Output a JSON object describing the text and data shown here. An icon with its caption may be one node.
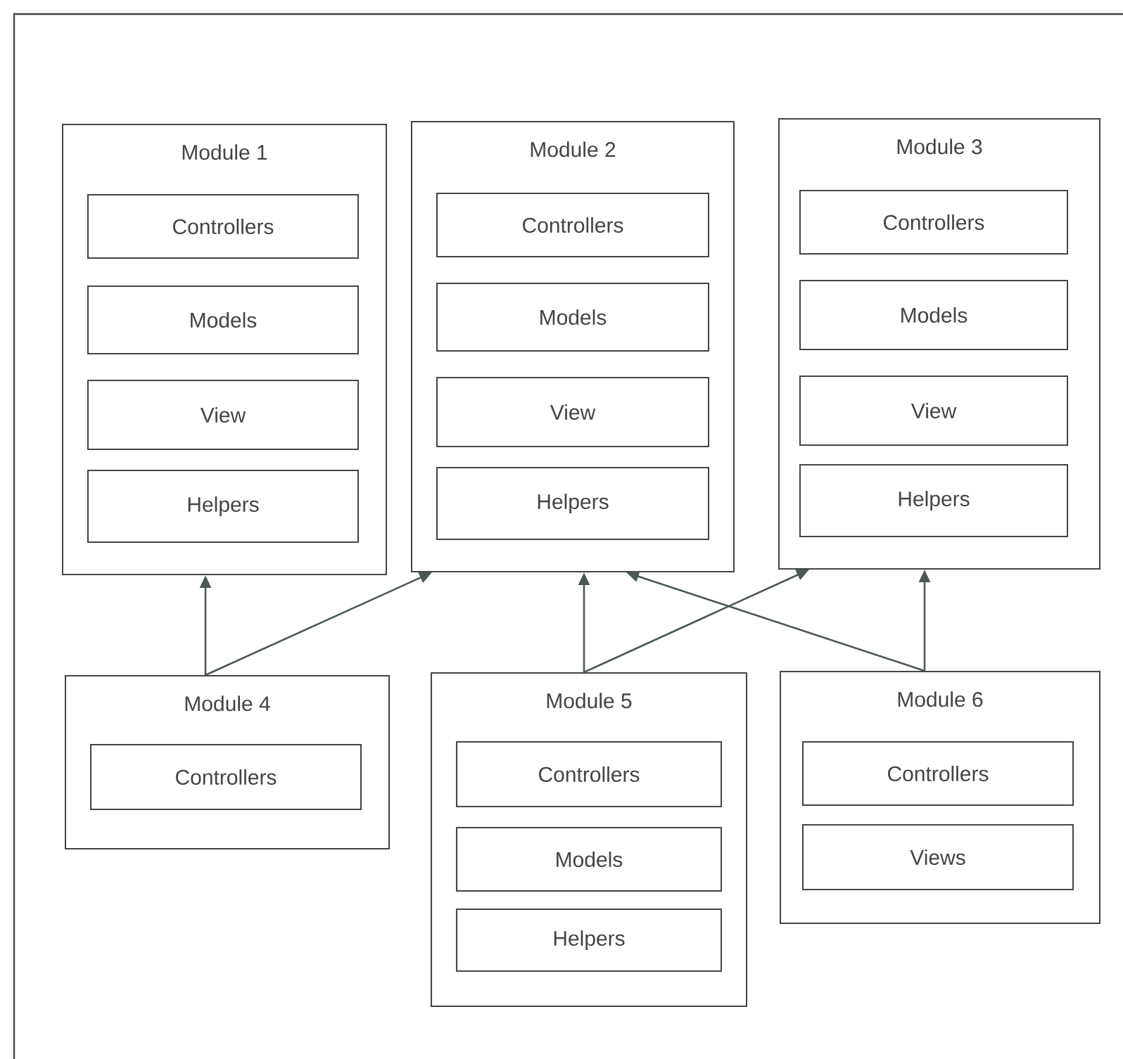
{
  "diagram": {
    "nodes": [
      {
        "text": [
          "Module 1"
        ]
      },
      {
        "text": [
          "Controllers"
        ],
        "in": 0
      },
      {
        "text": [
          "Models"
        ],
        "in": 0
      },
      {
        "text": [
          "View"
        ],
        "in": 0
      },
      {
        "text": [
          "Helpers"
        ],
        "in": 0
      },
      {
        "text": [
          "Module 2"
        ]
      },
      {
        "text": [
          "Controllers"
        ],
        "in": 5
      },
      {
        "text": [
          "Models"
        ],
        "in": 5
      },
      {
        "text": [
          "View"
        ],
        "in": 5
      },
      {
        "text": [
          "Helpers"
        ],
        "in": 5
      },
      {
        "text": [
          "Module 3"
        ]
      },
      {
        "text": [
          "Controllers"
        ],
        "in": 10
      },
      {
        "text": [
          "Models"
        ],
        "in": 10
      },
      {
        "text": [
          "View"
        ],
        "in": 10
      },
      {
        "text": [
          "Helpers"
        ],
        "in": 10
      },
      {
        "text": [
          "Module 4"
        ]
      },
      {
        "text": [
          "Controllers"
        ],
        "in": 15
      },
      {
        "text": [
          "Module 5"
        ]
      },
      {
        "text": [
          "Controllers"
        ],
        "in": 17
      },
      {
        "text": [
          "Models"
        ],
        "in": 17
      },
      {
        "text": [
          "Helpers"
        ],
        "in": 17
      },
      {
        "text": [
          "Module 6"
        ]
      },
      {
        "text": [
          "Controllers"
        ],
        "in": 21
      },
      {
        "text": [
          "Views"
        ],
        "in": 21
      }
    ],
    "edges": [
      {
        "from": 15,
        "to": 0,
        "arrow": "to"
      },
      {
        "from": 15,
        "to": 5,
        "arrow": "to"
      },
      {
        "from": 17,
        "to": 5,
        "arrow": "to"
      },
      {
        "from": 17,
        "to": 10,
        "arrow": "to"
      },
      {
        "from": 21,
        "to": 10,
        "arrow": "to"
      },
      {
        "from": 21,
        "to": 5,
        "arrow": "to"
      }
    ]
  }
}
